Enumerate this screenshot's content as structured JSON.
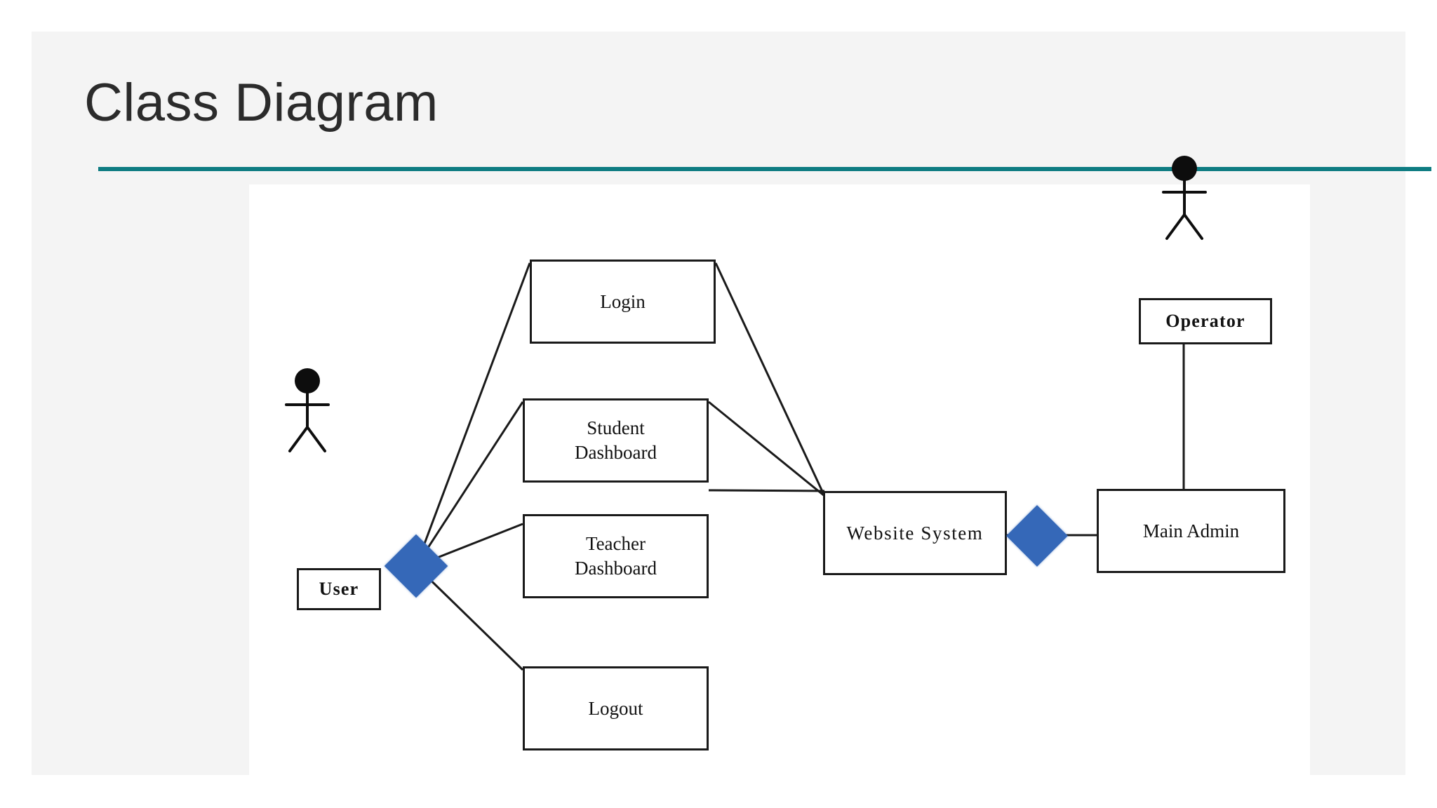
{
  "slide": {
    "title": "Class Diagram",
    "accent_color": "#0e7c82",
    "background_color": "#f4f4f4",
    "canvas_color": "#ffffff"
  },
  "diagram": {
    "type": "uml-class-diagram",
    "node_fill": "#ffffff",
    "node_stroke": "#1a1a1a",
    "diamond_color": "#3568b8",
    "actors": [
      {
        "id": "user",
        "label": "User"
      },
      {
        "id": "operator",
        "label": "Operator"
      }
    ],
    "classes": [
      {
        "id": "login",
        "label": "Login"
      },
      {
        "id": "student-dashboard",
        "label": "Student\nDashboard",
        "line1": "Student",
        "line2": "Dashboard"
      },
      {
        "id": "teacher-dashboard",
        "label": "Teacher\nDashboard",
        "line1": "Teacher",
        "line2": "Dashboard"
      },
      {
        "id": "logout",
        "label": "Logout"
      },
      {
        "id": "website-system",
        "label": "Website System"
      },
      {
        "id": "main-admin",
        "label": "Main Admin"
      }
    ],
    "aggregations": [
      {
        "id": "user-aggregation",
        "from": "user",
        "to": "website-system"
      },
      {
        "id": "admin-aggregation",
        "from": "main-admin",
        "to": "website-system"
      }
    ],
    "associations": [
      {
        "from": "user",
        "to": "login"
      },
      {
        "from": "user",
        "to": "student-dashboard"
      },
      {
        "from": "user",
        "to": "teacher-dashboard"
      },
      {
        "from": "user",
        "to": "logout"
      },
      {
        "from": "login",
        "to": "website-system"
      },
      {
        "from": "student-dashboard",
        "to": "website-system"
      },
      {
        "from": "teacher-dashboard",
        "to": "website-system"
      },
      {
        "from": "operator",
        "to": "main-admin"
      },
      {
        "from": "main-admin",
        "to": "admin-aggregation"
      }
    ]
  }
}
